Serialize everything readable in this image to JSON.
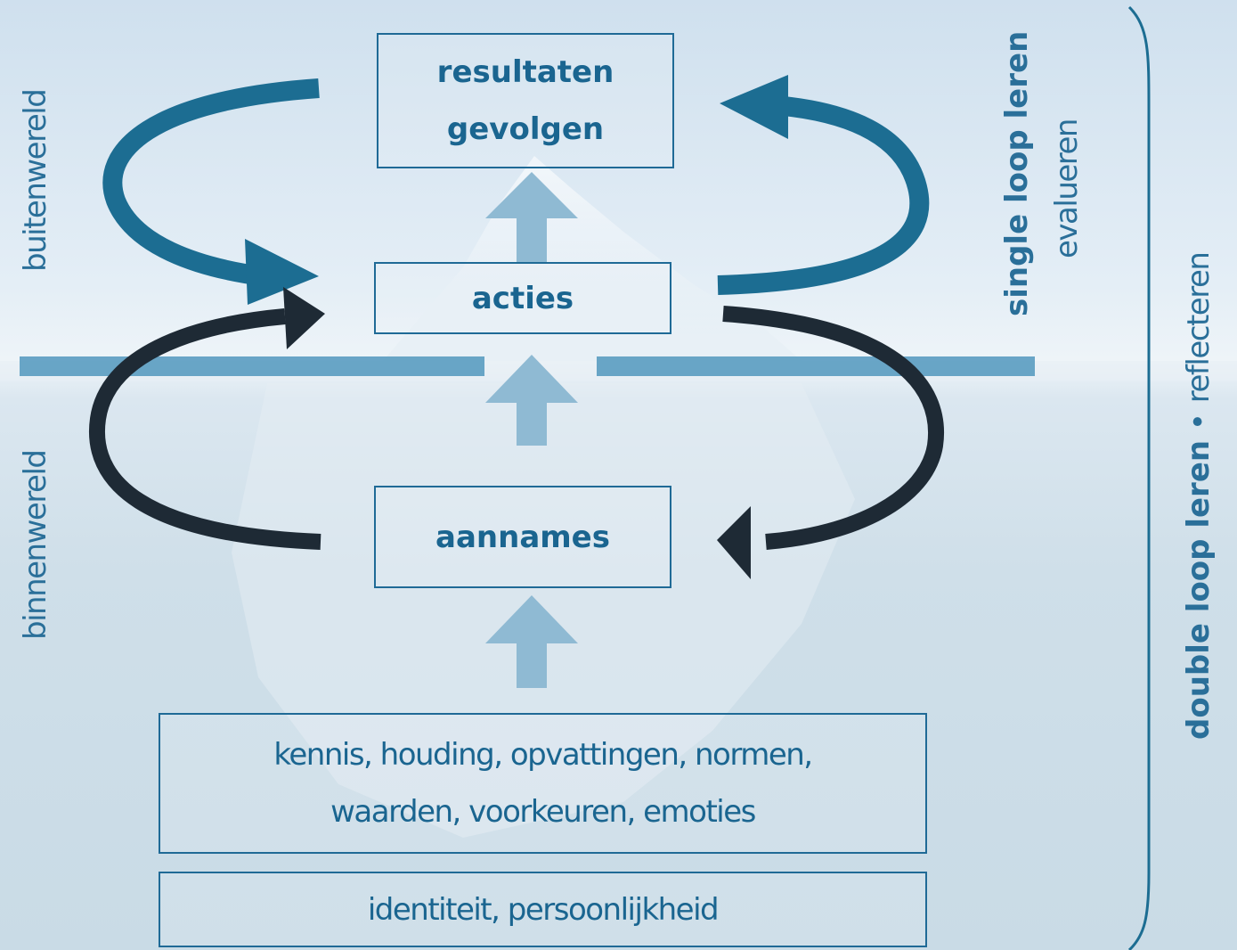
{
  "boxes": {
    "resultaten": {
      "line1": "resultaten",
      "line2": "gevolgen"
    },
    "acties": {
      "label": "acties"
    },
    "aannames": {
      "label": "aannames"
    },
    "kennis": {
      "line1": "kennis, houding, opvattingen, normen,",
      "line2": "waarden, voorkeuren, emoties"
    },
    "identiteit": {
      "label": "identiteit, persoonlijkheid"
    }
  },
  "side_labels": {
    "buitenwereld": "buitenwereld",
    "binnenwereld": "binnenwereld"
  },
  "right_labels": {
    "single_loop": "single loop leren",
    "evalueren": "evalueren",
    "double_loop": "double loop leren",
    "separator": "•",
    "reflecteren": "reflecteren"
  },
  "colors": {
    "teal": "#1c6d92",
    "dark": "#1e2a35",
    "light_arrow": "#8fbad3",
    "text": "#1a6590"
  }
}
